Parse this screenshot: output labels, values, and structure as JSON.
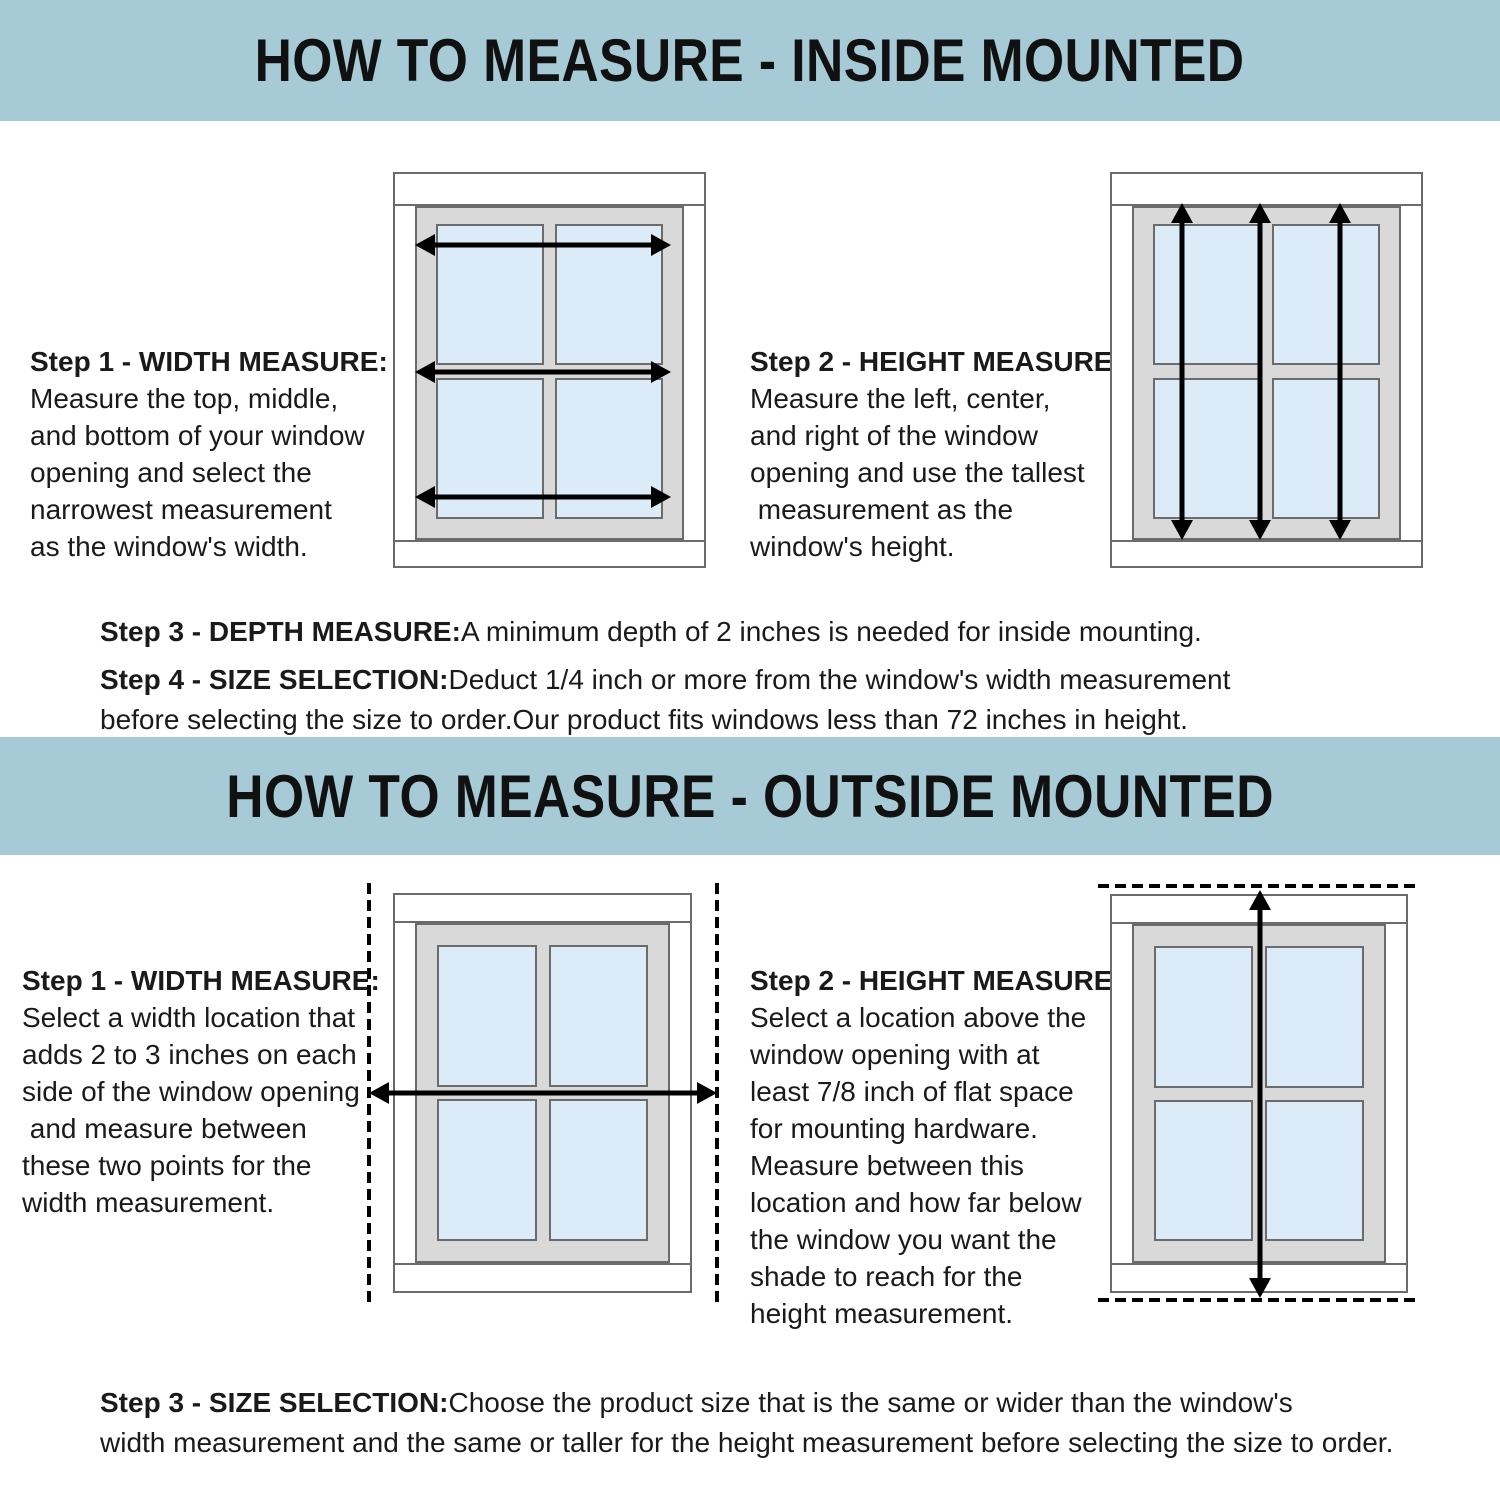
{
  "colors": {
    "band": "#a7cbd6",
    "pane": "#dcebf8",
    "casing": "#d9d9d9",
    "line": "#6b6b6b",
    "arrow": "#000000",
    "text": "#1a1a1a",
    "bg": "#ffffff"
  },
  "icons": {
    "width_arrow": "double-headed-horizontal-arrow",
    "height_arrow": "double-headed-vertical-arrow",
    "guide_line": "dashed-guide-line"
  },
  "inside": {
    "title": "HOW TO MEASURE - INSIDE MOUNTED",
    "step1": {
      "label": "Step 1 - WIDTH MEASURE:",
      "text": "Measure the top, middle,\nand bottom of your window\nopening and select the\nnarrowest measurement\nas the window's width."
    },
    "step2": {
      "label": "Step 2 - HEIGHT MEASURE:",
      "text": "Measure the left, center,\nand right of the window\nopening and use the tallest\n measurement as the\nwindow's height."
    },
    "step3": {
      "label": "Step 3 - DEPTH MEASURE:",
      "text": "A minimum depth of 2 inches is needed for inside mounting."
    },
    "step4": {
      "label": "Step 4 - SIZE SELECTION:",
      "text": "Deduct 1/4 inch or more from the window's width measurement\nbefore selecting the size to order.Our product fits windows less than 72 inches in height."
    }
  },
  "outside": {
    "title": "HOW TO MEASURE - OUTSIDE MOUNTED",
    "step1": {
      "label": "Step 1 - WIDTH MEASURE:",
      "text": "Select a width location that\nadds 2 to 3 inches on each\nside of the window opening\n and measure between\nthese two points for the\nwidth measurement."
    },
    "step2": {
      "label": "Step 2 - HEIGHT MEASURE:",
      "text": "Select a location above the\nwindow opening with at\nleast 7/8 inch of flat space\nfor mounting hardware.\nMeasure between this\nlocation and how far below\nthe window you want the\nshade to reach for the\nheight measurement."
    },
    "step3": {
      "label": "Step 3 - SIZE SELECTION:",
      "text": "Choose the product size that is the same or wider than the window's\nwidth measurement and the same or taller for the height measurement before selecting the size to order."
    }
  }
}
